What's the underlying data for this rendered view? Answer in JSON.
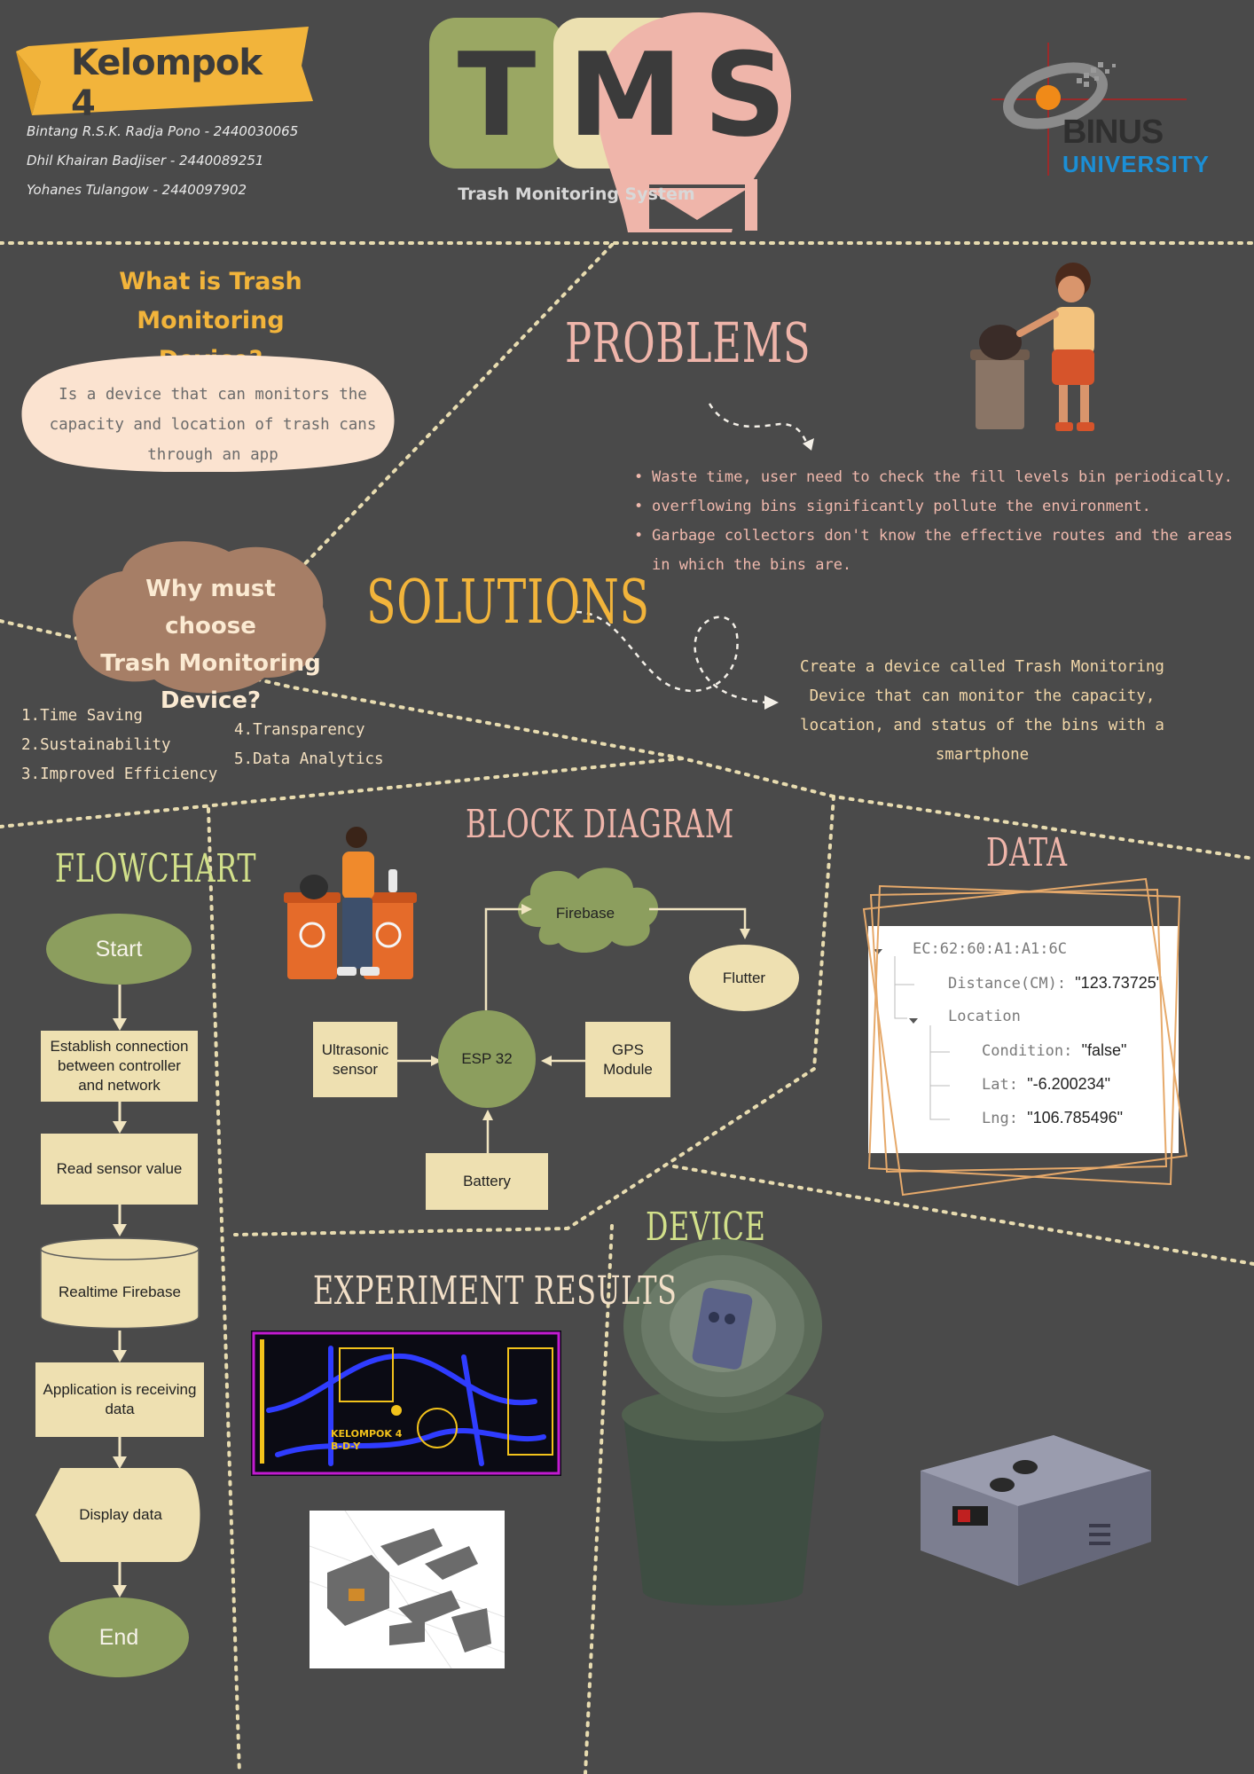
{
  "header": {
    "group": "Kelompok 4",
    "members": [
      "Bintang R.S.K. Radja Pono - 2440030065",
      "Dhil Khairan Badjiser - 2440089251",
      "Yohanes Tulangow - 2440097902"
    ],
    "logo_letters": [
      "T",
      "M",
      "S"
    ],
    "logo_subtitle": "Trash Monitoring System",
    "university_name": "BINUS",
    "university_word": "UNIVERSITY"
  },
  "what_is": {
    "title_line1": "What is Trash",
    "title_line2": "Monitoring Device?",
    "body_line1": "Is a device that can monitors the",
    "body_line2": "capacity and location of trash cans",
    "body_line3": "through an app"
  },
  "problems": {
    "title": "PROBLEMS",
    "items": [
      "Waste time, user need to check the fill levels bin periodically.",
      "overflowing bins significantly pollute the environment.",
      "Garbage collectors don't know the effective routes and the areas in which the bins are."
    ]
  },
  "solutions": {
    "title": "SOLUTIONS",
    "line1": "Create a device called Trash Monitoring",
    "line2": "Device that can monitor the capacity,",
    "line3": "location, and status of the bins with a",
    "line4": "smartphone"
  },
  "why": {
    "line1": "Why must choose",
    "line2": "Trash Monitoring",
    "line3": "Device?",
    "reasons_col1": [
      "1.Time Saving",
      "2.Sustainability",
      "3.Improved Efficiency"
    ],
    "reasons_col2": [
      "4.Transparency",
      "5.Data Analytics"
    ]
  },
  "flowchart": {
    "title": "FLOWCHART",
    "start": "Start",
    "step1": "Establish connection between controller and network",
    "step2": "Read sensor value",
    "step3": "Realtime Firebase",
    "step4": "Application is receiving data",
    "step5": "Display data",
    "end": "End"
  },
  "block_diagram": {
    "title": "BLOCK DIAGRAM",
    "firebase": "Firebase",
    "flutter": "Flutter",
    "esp": "ESP 32",
    "ultrasonic": "Ultrasonic sensor",
    "gps": "GPS Module",
    "battery": "Battery"
  },
  "data": {
    "title": "DATA",
    "root": "EC:62:60:A1:A1:6C",
    "distance_key": "Distance(CM): ",
    "distance_val": "\"123.73725\"",
    "location_key": "Location",
    "condition_key": "Condition: ",
    "condition_val": "\"false\"",
    "lat_key": "Lat: ",
    "lat_val": "\"-6.200234\"",
    "lng_key": "Lng: ",
    "lng_val": "\"106.785496\""
  },
  "pcb_label": "KELOMPOK 4\nB-D-Y",
  "experiment": {
    "title": "EXPERIMENT RESULTS"
  },
  "device": {
    "title": "DEVICE"
  },
  "colors": {
    "background": "#4a4a4a",
    "olive": "#8c9e5e",
    "cream": "#eee0b1",
    "pink": "#efb5aa",
    "gold": "#f2b43b"
  }
}
